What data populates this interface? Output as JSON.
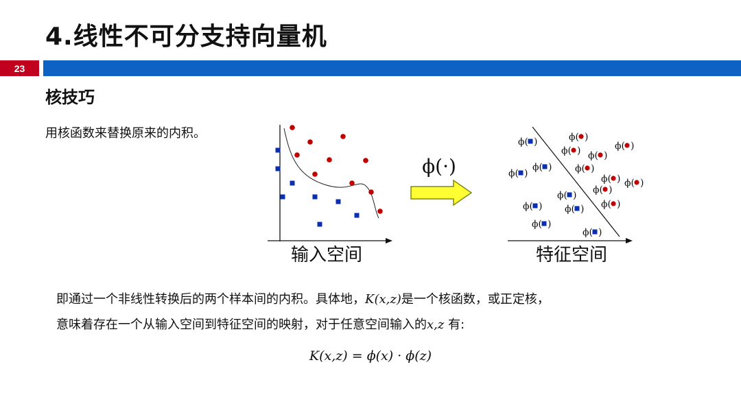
{
  "slide": {
    "title": "4.线性不可分支持向量机",
    "page_number": "23",
    "subtitle": "核技巧",
    "intro": "用核函数来替换原来的内积。"
  },
  "diagram": {
    "left_label": "输入空间",
    "right_label": "特征空间",
    "arrow_label": "ϕ(·)",
    "phi_symbol": "ϕ(",
    "close_paren": ")",
    "colors": {
      "red_point": "#c00000",
      "blue_square": "#0a2fb0",
      "arrow_fill": "#ffff33",
      "arrow_stroke": "#7a8a1a"
    }
  },
  "body": {
    "line1_pre": "即通过一个非线性转换后的两个样本间的内积。具体地，",
    "line1_math": "K(x,z)",
    "line1_post": "是一个核函数，或正定核，",
    "line2_pre": "意味着存在一个从输入空间到特征空间的映射，对于任意空间输入的",
    "line2_math": "x,z",
    "line2_post": " 有:"
  },
  "formula": "K(x,z) = ϕ(x) · ϕ(z)"
}
